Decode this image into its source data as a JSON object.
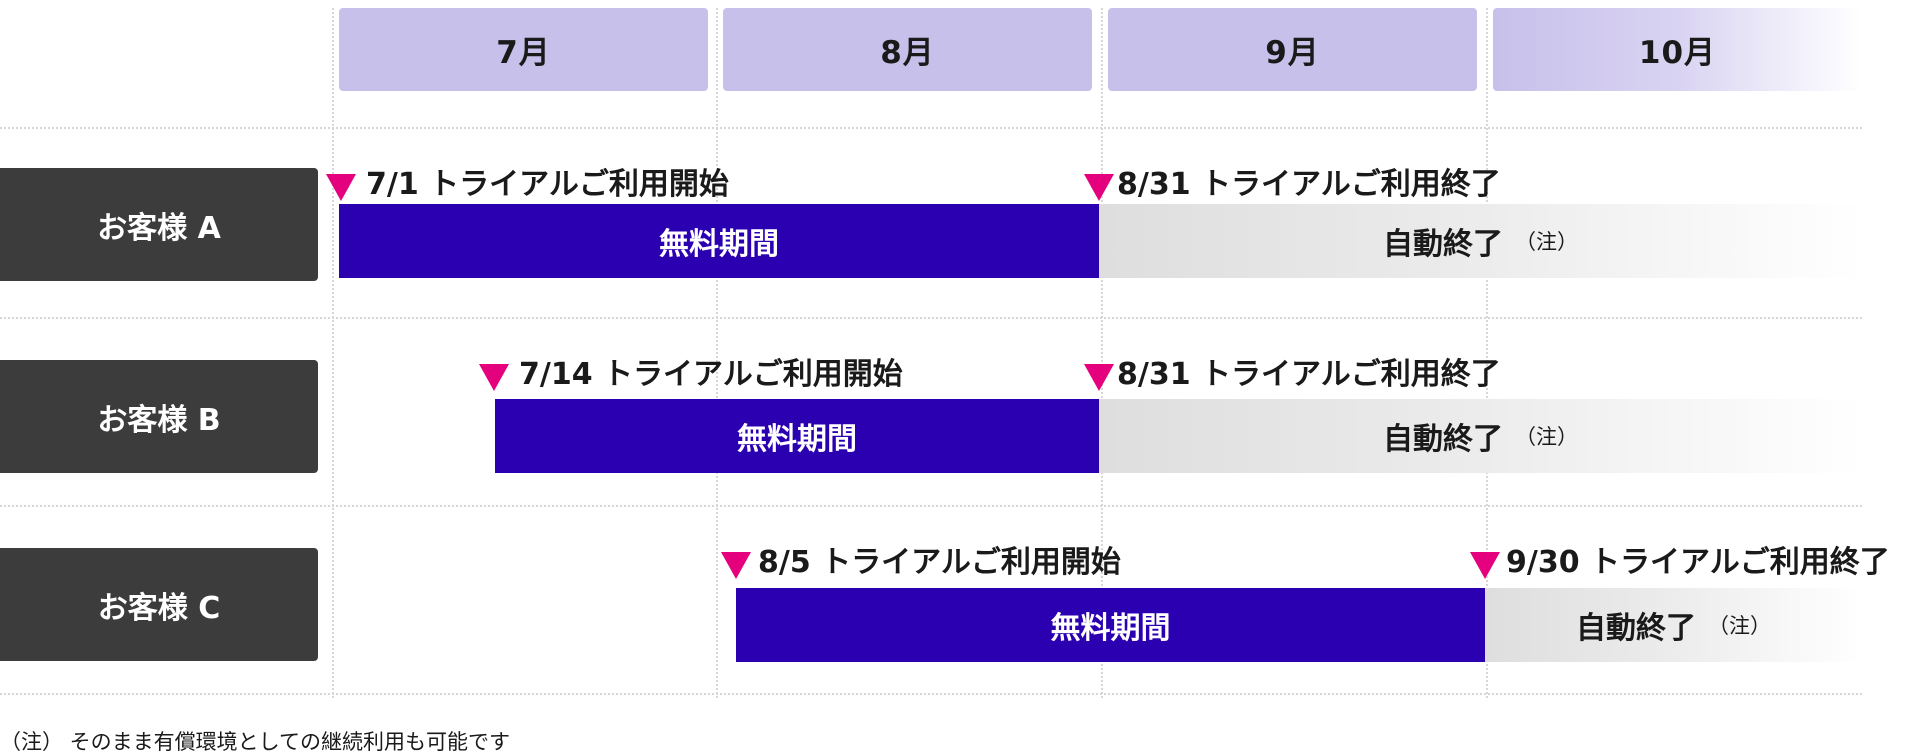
{
  "months": [
    "7月",
    "8月",
    "9月",
    "10月"
  ],
  "rows": [
    {
      "customer": "お客様 A",
      "start_label": "7/1 トライアルご利用開始",
      "end_label": "8/31 トライアルご利用終了",
      "free_label": "無料期間",
      "auto_label": "自動終了",
      "auto_note": "（注）"
    },
    {
      "customer": "お客様 B",
      "start_label": "7/14 トライアルご利用開始",
      "end_label": "8/31 トライアルご利用終了",
      "free_label": "無料期間",
      "auto_label": "自動終了",
      "auto_note": "（注）"
    },
    {
      "customer": "お客様 C",
      "start_label": "8/5 トライアルご利用開始",
      "end_label": "9/30 トライアルご利用終了",
      "free_label": "無料期間",
      "auto_label": "自動終了",
      "auto_note": "（注）"
    }
  ],
  "footnote": "（注） そのまま有償環境としての継続利用も可能です",
  "colors": {
    "month_header": "#c7c0ea",
    "free_period": "#2a00b0",
    "marker": "#e5007e",
    "customer_label": "#3c3c3c",
    "auto_end": "#dedede"
  }
}
